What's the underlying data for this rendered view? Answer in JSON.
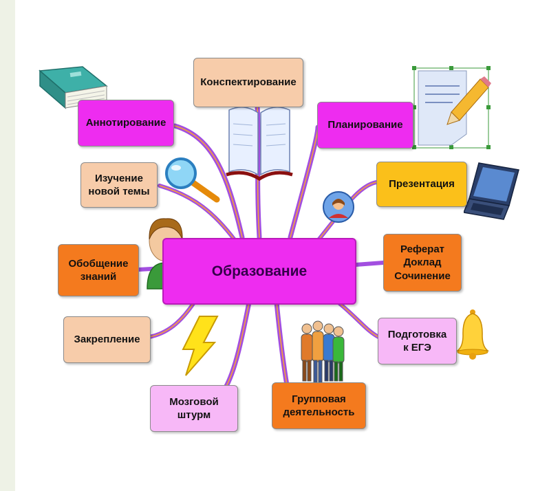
{
  "center": {
    "label": "Образование"
  },
  "topics": {
    "konspektirovanie": "Конспектирование",
    "annotirovanie": "Аннотирование",
    "planirovanie": "Планирование",
    "izuchenie": [
      "Изучение",
      "новой темы"
    ],
    "prezentatsiya": "Презентация",
    "obobshchenie": [
      "Обобщение",
      "знаний"
    ],
    "referat": [
      "Реферат",
      "Доклад",
      "Сочинение"
    ],
    "zakreplenie": "Закрепление",
    "podgotovka": [
      "Подготовка",
      "к ЕГЭ"
    ],
    "mozgovoy": [
      "Мозговой",
      "штурм"
    ],
    "gruppovaya": [
      "Групповая",
      "деятельность"
    ]
  },
  "icons": [
    "book-stack-icon",
    "open-book-icon",
    "document-pencil-icon",
    "magnifier-icon",
    "person-avatar-icon",
    "laptop-icon",
    "person-icon",
    "lightning-icon",
    "group-people-icon",
    "bell-icon"
  ],
  "colors": {
    "center": "#ee2cf0",
    "branch": "#a24fe0",
    "magenta": "#ee2cf0",
    "pink": "#f39ff3",
    "peach": "#f7ccaa",
    "orange": "#f47a1e",
    "yellow": "#fbc01a"
  }
}
